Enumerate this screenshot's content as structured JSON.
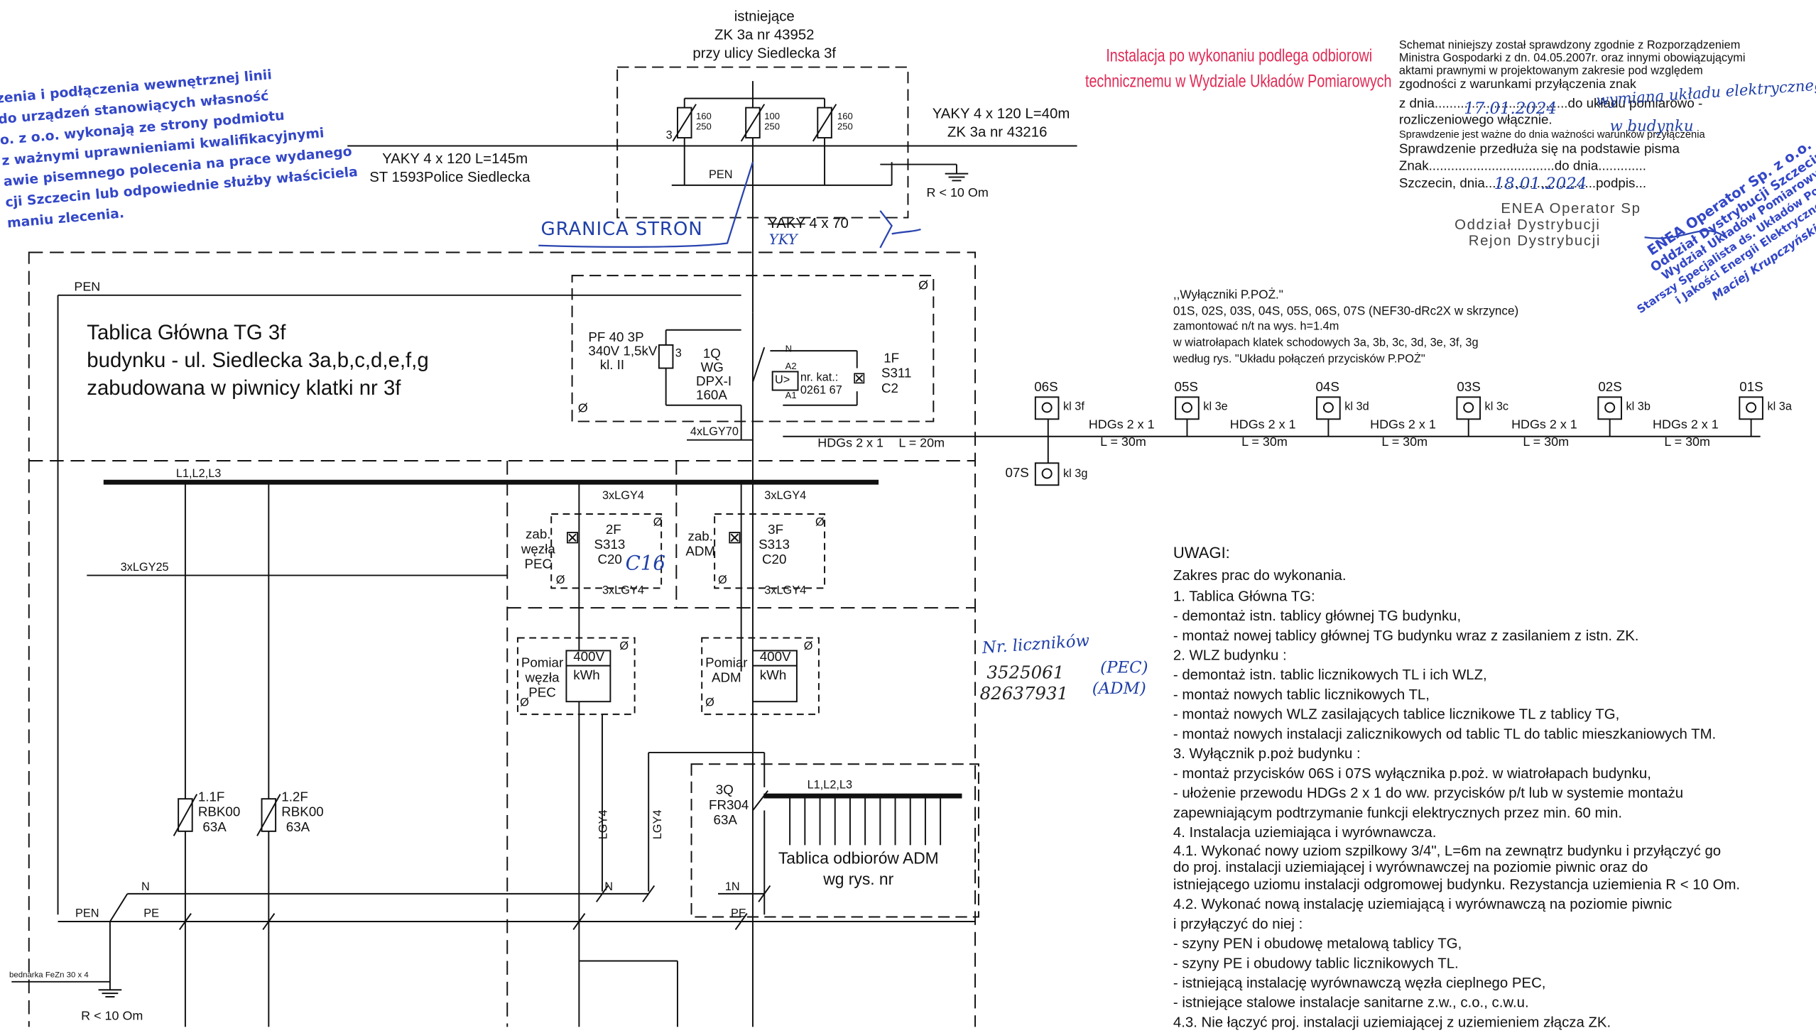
{
  "left_stamp_lines": [
    "zenia i podłączenia wewnętrznej linii",
    "do urządzeń stanowiących własność",
    "o. z o.o. wykonają ze strony podmiotu",
    "z ważnymi uprawnieniami kwalifikacyjnymi",
    "awie pisemnego polecenia na prace wydanego",
    "cji Szczecin lub odpowiednie służby właściciela",
    "maniu zlecenia."
  ],
  "connector_box": {
    "title_lines": [
      "istniejące",
      "ZK 3a nr 43952",
      "przy ulicy Siedlecka 3f"
    ],
    "fuses": [
      {
        "num": "160",
        "den": "250"
      },
      {
        "num": "100",
        "den": "250"
      },
      {
        "num": "160",
        "den": "250"
      }
    ],
    "pen_label": "PEN",
    "phase_mark": "3",
    "ground_label": "R < 10 Om"
  },
  "cable_left": {
    "line1": "YAKY 4 x 120 L=145m",
    "line2": "ST 1593Police Siedlecka"
  },
  "cable_right": {
    "line1": "YAKY 4 x 120 L=40m",
    "line2": "ZK 3a nr 43216"
  },
  "red_note_lines": [
    "Instalacja po wykonaniu podlega odbiorowi",
    "technicznemu w Wydziale Układów Pomiarowych"
  ],
  "verification": {
    "lines": [
      "Schemat niniejszy został sprawdzony zgodnie z Rozporządzeniem",
      "Ministra Gospodarki z dn. 04.05.2007r. oraz innymi obowiązującymi",
      "aktami prawnymi w projektowanym zakresie pod względem",
      "zgodności z warunkami przyłączenia znak",
      "z dnia",
      "do układu pomiarowo -",
      "rozliczeniowego włącznie.",
      "Sprawdzenie jest ważne do dnia ważności warunków przyłączenia",
      "Sprawdzenie przedłuża się na podstawie pisma",
      "Znak",
      "do dnia",
      "Szczecin, dnia",
      "podpis"
    ],
    "hand_entries": [
      "wymiana układu elektrycznego",
      "17.01.2024",
      "w budynku",
      "18.01.2024"
    ],
    "footer_lines": [
      "ENEA Operator Sp",
      "Oddział Dystrybucji",
      "Rejon Dystrybucji"
    ]
  },
  "rotated_stamp": {
    "lines": [
      "ENEA Operator Sp. z o.o.",
      "Oddział Dystrybucji Szczecin",
      "Wydział Układów Pomiarowych",
      "Starszy Specjalista ds. Układów Pomiarowych",
      "i Jakości Energii Elektrycznej"
    ],
    "signature": "Maciej Krupczyński"
  },
  "hand_notes": {
    "granica": "GRANICA STRON",
    "yky": "YKY",
    "c16": "C16",
    "meters_title": "Nr. liczników",
    "meter1": "3525061",
    "meter1_tag": "(PEC)",
    "meter2": "82637931",
    "meter2_tag": "(ADM)"
  },
  "cable_feed": {
    "struck": "YAKY",
    "rest": "4 x 70"
  },
  "board": {
    "title_lines": [
      "Tablica Główna TG 3f",
      "budynku - ul. Siedlecka 3a,b,c,d,e,f,g",
      "zabudowana w piwnicy klatki nr 3f"
    ],
    "pen_top": "PEN",
    "bus": "L1,L2,L3",
    "cable_3x25": "3xLGY25",
    "cable_4x70": "4xLGY70",
    "surge": [
      "PF 40 3P",
      "340V 1,5kV",
      "kl. II"
    ],
    "surge_mark": "3",
    "main_switch": [
      "1Q",
      "WG",
      "DPX-I",
      "160A"
    ],
    "trip_pins": [
      "N",
      "A2",
      "A1"
    ],
    "trip_coil": [
      "nr. kat.:",
      "0261 67"
    ],
    "trip_coil_symbol": "U>",
    "breaker_1f": [
      "1F",
      "S311",
      "C2"
    ],
    "pec_breaker": {
      "label_left": [
        "zab.",
        "węzła",
        "PEC"
      ],
      "name": [
        "2F",
        "S313",
        "C20"
      ],
      "cable_in": "3xLGY4",
      "cable_out": "3xLGY4"
    },
    "adm_breaker": {
      "label_left": [
        "zab.",
        "ADM"
      ],
      "name": [
        "3F",
        "S313",
        "C20"
      ],
      "cable_in": "3xLGY4",
      "cable_out": "3xLGY4"
    },
    "pec_meter": {
      "label": [
        "Pomiar",
        "węzła",
        "PEC"
      ],
      "volt": "400V",
      "unit": "kWh"
    },
    "adm_meter": {
      "label": [
        "Pomiar",
        "ADM"
      ],
      "volt": "400V",
      "unit": "kWh"
    },
    "fuse_11": [
      "1.1F",
      "RBK00",
      "63A"
    ],
    "fuse_12": [
      "1.2F",
      "RBK00",
      "63A"
    ],
    "lgy4_a": "LGY4",
    "lgy4_b": "LGY4",
    "adm_switch": [
      "3Q",
      "FR304",
      "63A"
    ],
    "adm_bus": "L1,L2,L3",
    "adm_board": [
      "Tablica odbiorów ADM",
      "wg rys. nr"
    ],
    "n_label": "N",
    "n_label2": "N",
    "n1_label": "1N",
    "pen_bottom": "PEN",
    "pe_label": "PE",
    "pe_label2": "PE",
    "earth_strip": "bednarka FeZn 30 x 4",
    "earth_r": "R < 10 Om",
    "phi": "Ø"
  },
  "fire_switches": {
    "title_lines": [
      ",,Wyłączniki P.POŻ.\"",
      "01S, 02S, 03S, 04S, 05S, 06S, 07S (NEF30-dRc2X w skrzynce)",
      "zamontować n/t na wys. h=1.4m",
      "w wiatrołapach klatek schodowych 3a, 3b, 3c, 3d, 3e, 3f, 3g",
      "według rys. \"Układu połączeń przycisków P.POŻ\""
    ],
    "feed_cable": "HDGs 2 x 1",
    "feed_len": "L = 20m",
    "buttons": [
      {
        "id": "06S",
        "kl": "kl 3f"
      },
      {
        "id": "05S",
        "kl": "kl 3e"
      },
      {
        "id": "04S",
        "kl": "kl 3d"
      },
      {
        "id": "03S",
        "kl": "kl 3c"
      },
      {
        "id": "02S",
        "kl": "kl 3b"
      },
      {
        "id": "01S",
        "kl": "kl 3a"
      }
    ],
    "segment_cable": "HDGs 2 x 1",
    "segment_len": "L = 30m",
    "b07": {
      "id": "07S",
      "kl": "kl 3g"
    }
  },
  "notes": {
    "header": "UWAGI:",
    "lines": [
      "Zakres prac do wykonania.",
      "1. Tablica Główna TG:",
      "- demontaż istn. tablicy głównej TG budynku,",
      "- montaż nowej tablicy głównej TG budynku wraz z zasilaniem z istn. ZK.",
      "2. WLZ budynku :",
      "- demontaż istn. tablic licznikowych TL i ich WLZ,",
      "- montaż nowych tablic licznikowych TL,",
      "- montaż nowych WLZ zasilających tablice licznikowe TL z tablicy TG,",
      "- montaż nowych instalacji zalicznikowych od tablic TL do tablic mieszkaniowych TM.",
      "3. Wyłącznik p.poż budynku :",
      "- montaż przycisków 06S i 07S wyłącznika p.poż. w wiatrołapach budynku,",
      "- ułożenie przewodu HDGs 2 x 1 do ww. przycisków p/t lub w systemie montażu",
      "zapewniającym podtrzymanie funkcji elektrycznych przez min. 60 min.",
      "4. Instalacja uziemiająca i wyrównawcza.",
      "4.1. Wykonać nowy uziom szpilkowy 3/4\", L=6m na zewnątrz budynku i przyłączyć go",
      "do proj. instalacji uziemiającej i wyrównawczej na poziomie piwnic oraz do",
      "istniejącego uziomu instalacji odgromowej budynku. Rezystancja uziemienia R < 10 Om.",
      "4.2. Wykonać nową instalację uziemiającą i wyrównawczą na poziomie piwnic",
      "i przyłączyć do niej :",
      "- szyny PEN i obudowę metalową tablicy TG,",
      "- szyny PE i obudowy tablic licznikowych TL.",
      "- istniejącą instalację wyrównawczą węzła cieplnego PEC,",
      "- istniejące stalowe instalacje sanitarne z.w., c.o., c.w.u.",
      "4.3. Nie łączyć proj. instalacji uziemiającej z uziemieniem złącza ZK."
    ]
  }
}
